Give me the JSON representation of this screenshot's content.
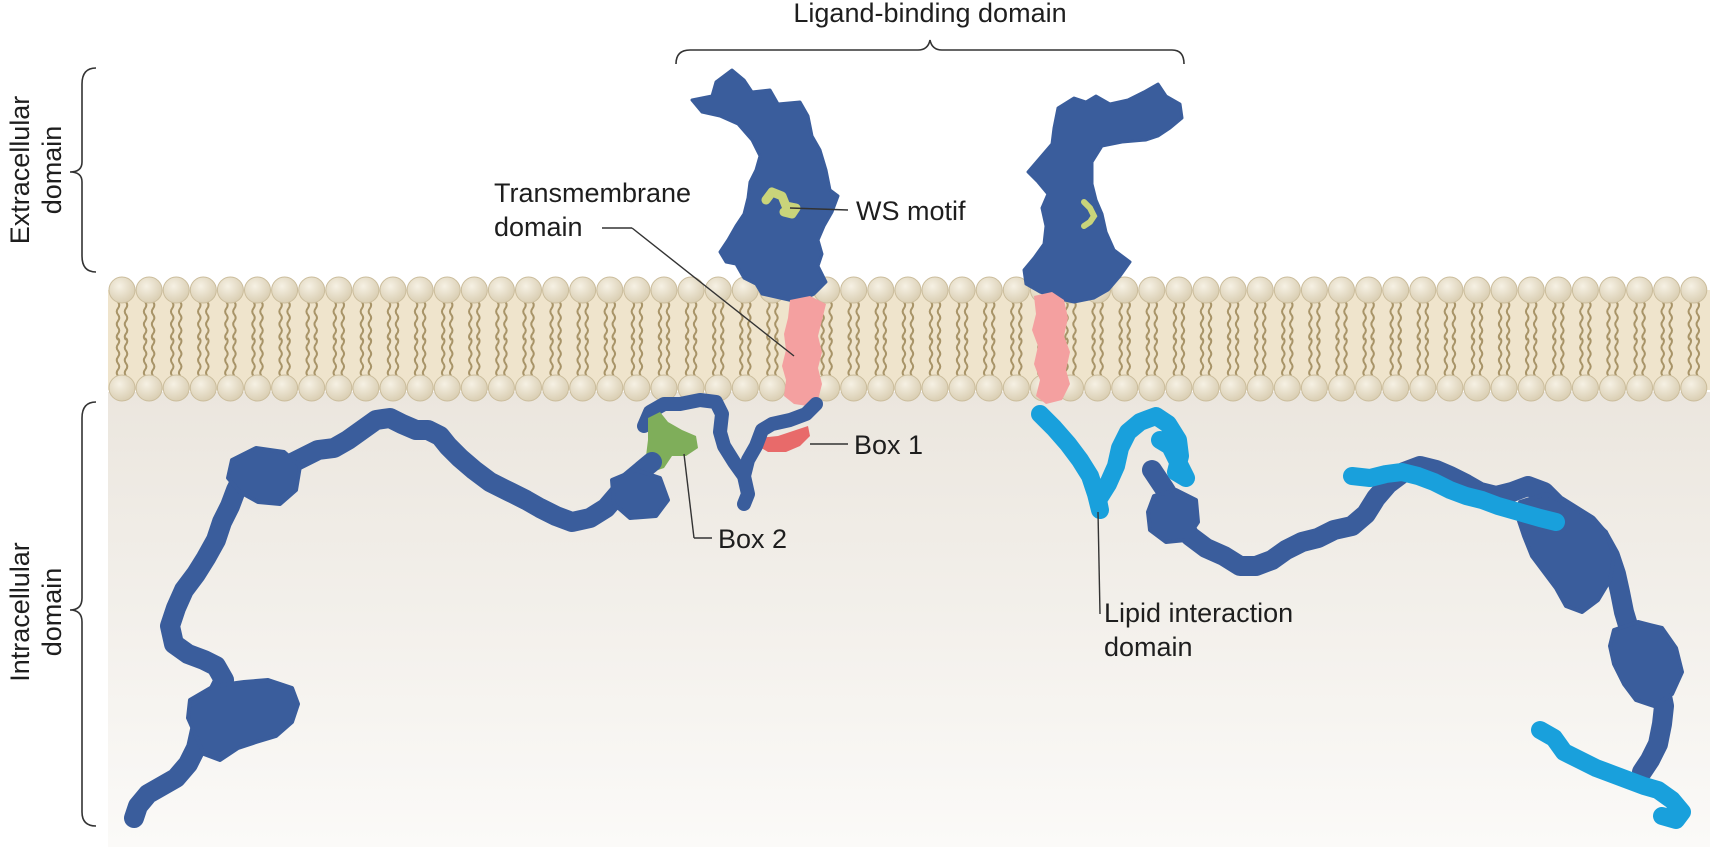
{
  "labels": {
    "ligand_binding": "Ligand-binding domain",
    "transmembrane_line1": "Transmembrane",
    "transmembrane_line2": "domain",
    "ws_motif": "WS motif",
    "box1": "Box 1",
    "box2": "Box 2",
    "lipid_line1": "Lipid interaction",
    "lipid_line2": "domain",
    "extracellular_line1": "Extracellular",
    "extracellular_line2": "domain",
    "intracellular_line1": "Intracellular",
    "intracellular_line2": "domain"
  },
  "colors": {
    "receptor": "#3a5d9c",
    "transmembrane": "#f4a0a0",
    "box1": "#e86a6a",
    "box2": "#7fae5a",
    "ws_motif": "#c9d47a",
    "lipid_interaction": "#19a0dc",
    "membrane_head": "#e6ddc8",
    "membrane_tail": "#a89468",
    "membrane_band": "#efe4cc",
    "cytoplasm": "#eeeae2"
  }
}
